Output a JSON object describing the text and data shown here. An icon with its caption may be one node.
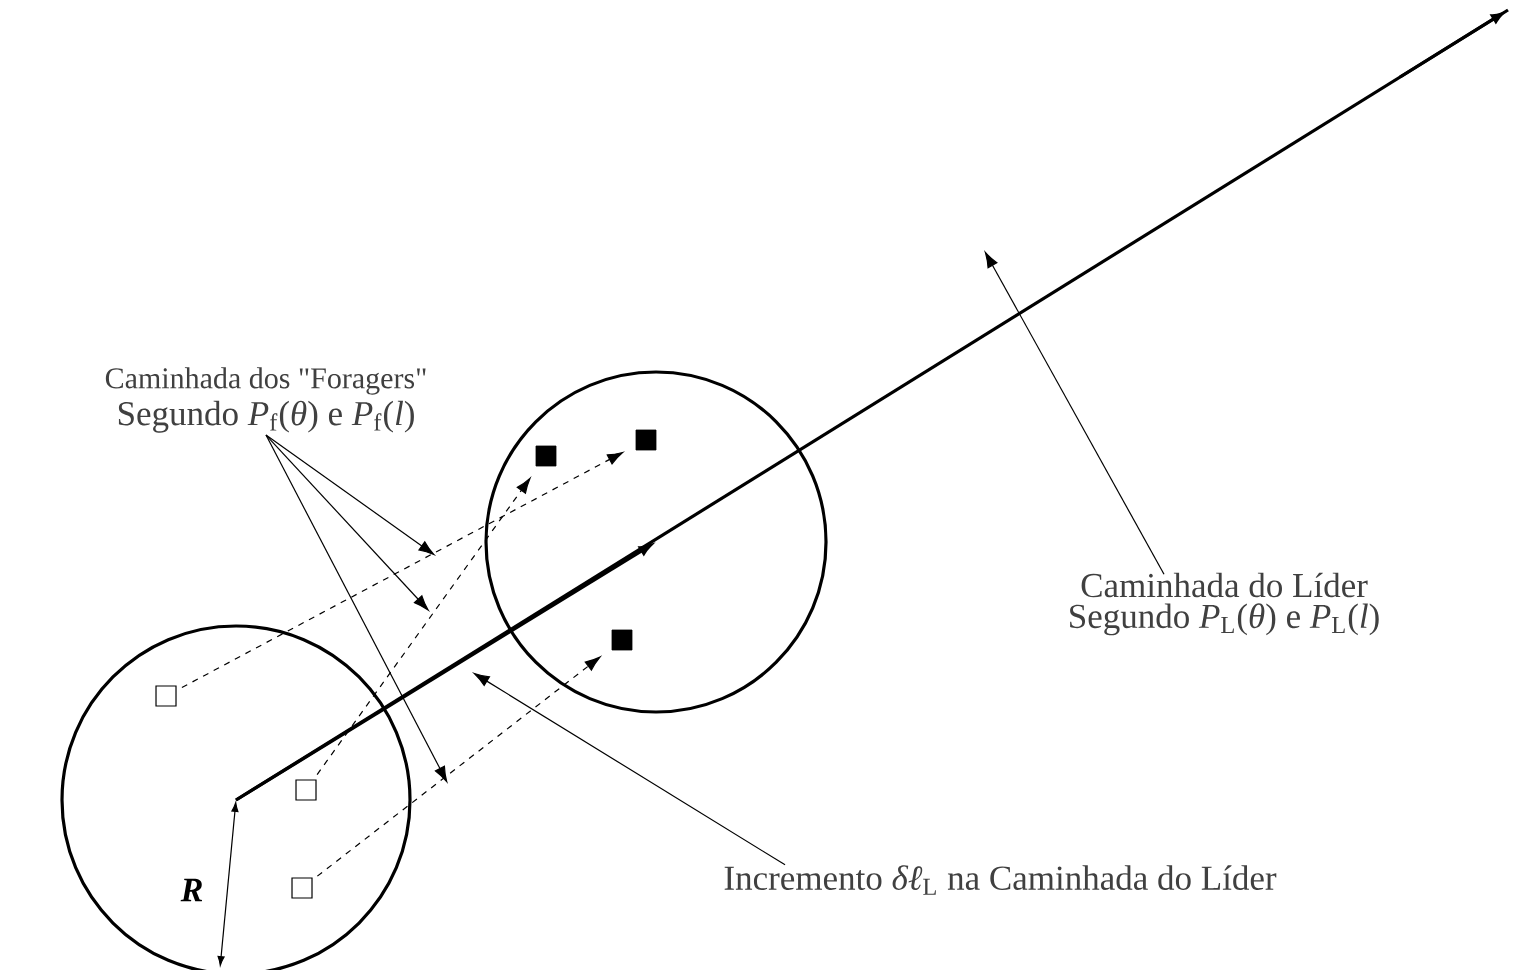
{
  "diagram": {
    "nodes": [
      {
        "text": [
          "Caminhada dos \"Foragers\"",
          "Segundo *P*$_{f}$(*θ*) e *P*$_{f}$(*l*)"
        ]
      },
      {
        "text": [],
        "shape": "circle"
      },
      {
        "text": [],
        "shape": "circle"
      },
      {
        "text": [
          "Caminhada do Líder",
          "Segundo *P*$_{L}$(*θ*) e *P*$_{L}$(*l*)"
        ]
      },
      {
        "text": [
          "Incremento *δℓ*$_{L}$ na Caminhada do Líder"
        ]
      },
      {
        "text": [],
        "shape": "box",
        "in": 1
      },
      {
        "text": [],
        "shape": "box",
        "in": 1
      },
      {
        "text": [],
        "shape": "box",
        "in": 1
      },
      {
        "text": [],
        "shape": "block",
        "in": 2
      },
      {
        "text": [],
        "shape": "block",
        "in": 2
      },
      {
        "text": [],
        "shape": "block",
        "in": 2
      }
    ],
    "edges": [
      {
        "from": 0,
        "to": null,
        "arrow": "to"
      },
      {
        "from": 0,
        "to": null,
        "arrow": "to"
      },
      {
        "from": 0,
        "to": null,
        "arrow": "to"
      },
      {
        "from": 5,
        "to": 9,
        "arrow": "to",
        "style": "dashed"
      },
      {
        "from": 6,
        "to": 8,
        "arrow": "to",
        "style": "dashed"
      },
      {
        "from": 7,
        "to": 10,
        "arrow": "to",
        "style": "dashed"
      },
      {
        "from": 3,
        "to": null,
        "arrow": "to"
      },
      {
        "from": 4,
        "to": null,
        "arrow": "to"
      }
    ],
    "labels": [
      "R"
    ]
  }
}
